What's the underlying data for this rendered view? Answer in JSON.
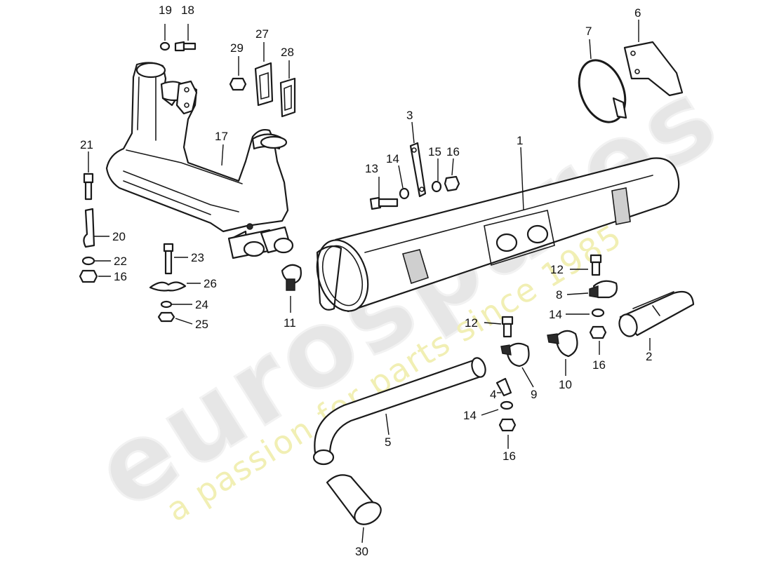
{
  "watermark": {
    "brand": "eurospares",
    "tagline": "a passion for parts since 1985",
    "brand_color": "#e6e6e6",
    "tagline_color": "#f1efb4"
  },
  "callouts": {
    "n1": "1",
    "n2": "2",
    "n3": "3",
    "n4": "4",
    "n5": "5",
    "n6": "6",
    "n7": "7",
    "n8": "8",
    "n9": "9",
    "n10": "10",
    "n11": "11",
    "n12a": "12",
    "n12b": "12",
    "n13": "13",
    "n14a": "14",
    "n14b": "14",
    "n14c": "14",
    "n15": "15",
    "n16a": "16",
    "n16b": "16",
    "n16c": "16",
    "n16d": "16",
    "n17": "17",
    "n18": "18",
    "n19": "19",
    "n20": "20",
    "n21": "21",
    "n22": "22",
    "n23": "23",
    "n24": "24",
    "n25": "25",
    "n26": "26",
    "n27": "27",
    "n28": "28",
    "n29": "29",
    "n30": "30"
  }
}
